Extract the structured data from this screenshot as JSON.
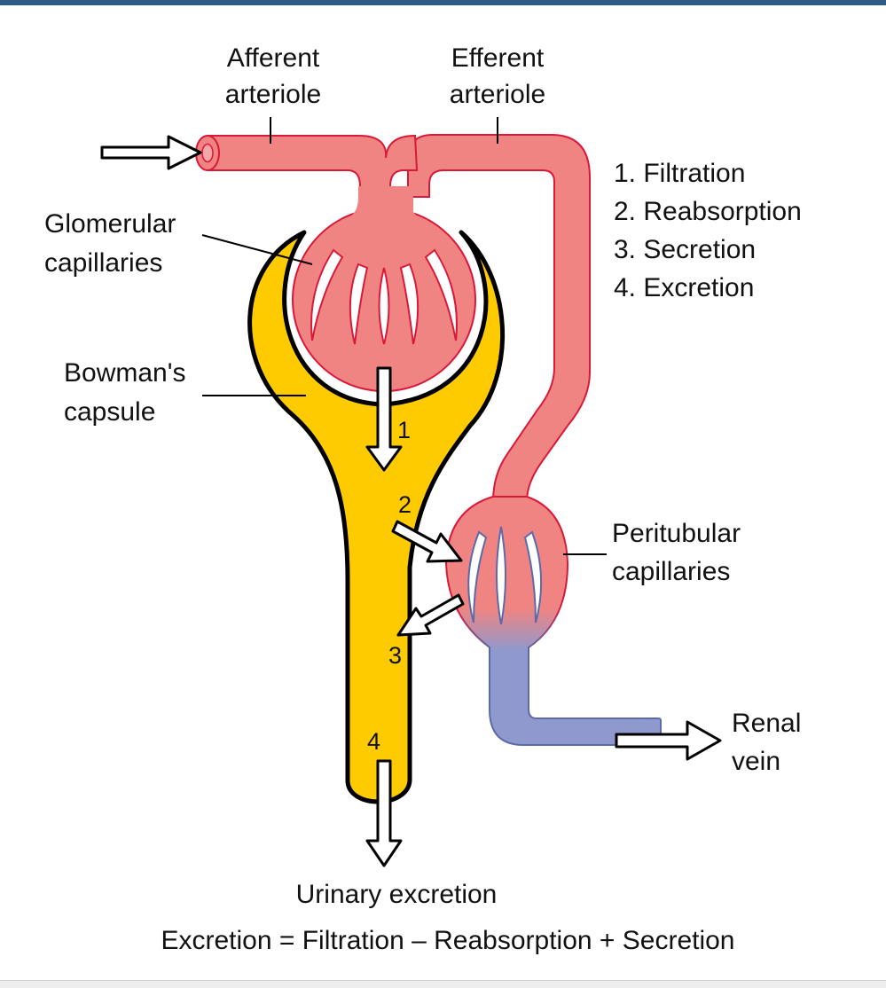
{
  "labels": {
    "afferent": [
      "Afferent",
      "arteriole"
    ],
    "efferent": [
      "Efferent",
      "arteriole"
    ],
    "glomerular": [
      "Glomerular",
      "capillaries"
    ],
    "bowmans": [
      "Bowman's",
      "capsule"
    ],
    "peritubular": [
      "Peritubular",
      "capillaries"
    ],
    "renal_vein": [
      "Renal",
      "vein"
    ],
    "urinary": "Urinary excretion",
    "equation": "Excretion = Filtration – Reabsorption + Secretion"
  },
  "processes": [
    "1. Filtration",
    "2. Reabsorption",
    "3. Secretion",
    "4. Excretion"
  ],
  "markers": [
    "1",
    "2",
    "3",
    "4"
  ],
  "colors": {
    "artery": "#f08482",
    "artery_stroke": "#d8193a",
    "vein": "#8f99cd",
    "vein_stroke": "#5b6aa8",
    "capsule": "#fecb00",
    "outline": "#000000",
    "header": "#2f5a85"
  }
}
